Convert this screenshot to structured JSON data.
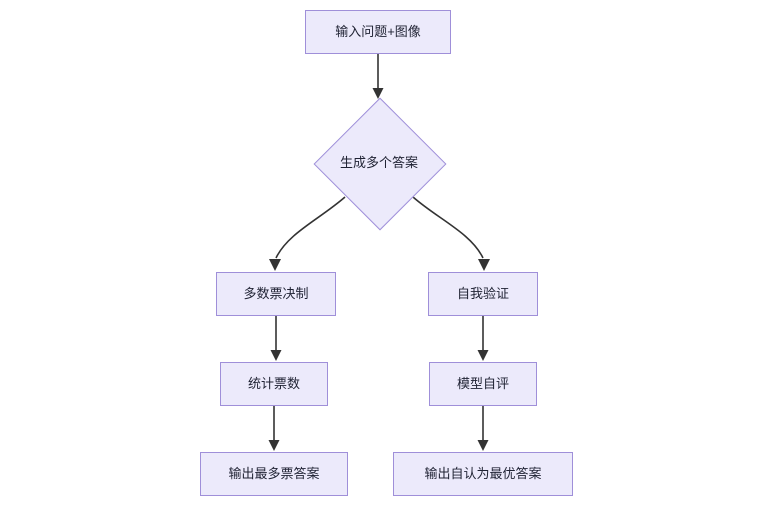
{
  "diagram": {
    "type": "flowchart",
    "direction": "top-down",
    "title": "",
    "theme": {
      "node_fill": "#ECEAFB",
      "node_border": "#9F8FD9",
      "node_text": "#1f2233",
      "edge_color": "#333333",
      "background": "#FFFFFF"
    },
    "nodes": [
      {
        "id": "input",
        "label": "输入问题+图像",
        "shape": "rectangle"
      },
      {
        "id": "generate",
        "label": "生成多个答案",
        "shape": "diamond"
      },
      {
        "id": "majority",
        "label": "多数票决制",
        "shape": "rectangle"
      },
      {
        "id": "selfverify",
        "label": "自我验证",
        "shape": "rectangle"
      },
      {
        "id": "countvotes",
        "label": "统计票数",
        "shape": "rectangle"
      },
      {
        "id": "selfeval",
        "label": "模型自评",
        "shape": "rectangle"
      },
      {
        "id": "outmajority",
        "label": "输出最多票答案",
        "shape": "rectangle"
      },
      {
        "id": "outbest",
        "label": "输出自认为最优答案",
        "shape": "rectangle"
      }
    ],
    "edges": [
      {
        "from": "input",
        "to": "generate",
        "label": "",
        "style": "straight"
      },
      {
        "from": "generate",
        "to": "majority",
        "label": "",
        "style": "curved"
      },
      {
        "from": "generate",
        "to": "selfverify",
        "label": "",
        "style": "curved"
      },
      {
        "from": "majority",
        "to": "countvotes",
        "label": "",
        "style": "straight"
      },
      {
        "from": "selfverify",
        "to": "selfeval",
        "label": "",
        "style": "straight"
      },
      {
        "from": "countvotes",
        "to": "outmajority",
        "label": "",
        "style": "straight"
      },
      {
        "from": "selfeval",
        "to": "outbest",
        "label": "",
        "style": "straight"
      }
    ]
  }
}
